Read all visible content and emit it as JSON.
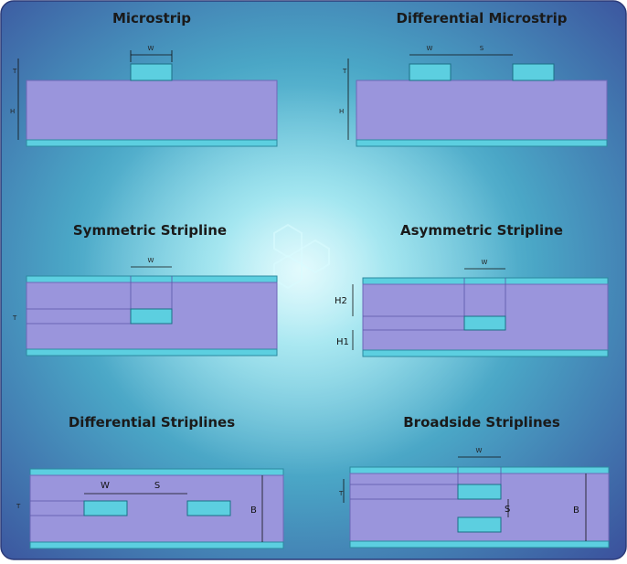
{
  "colors": {
    "background_center": "#bff4fb",
    "background_edge": "#3a4f9c",
    "dielectric": "#9a95dc",
    "copper": "#5ccfe0"
  },
  "panels": {
    "microstrip": {
      "title": "Microstrip",
      "w": "W",
      "t": "T",
      "h": "H"
    },
    "diff_microstrip": {
      "title": "Differential Microstrip",
      "w": "W",
      "s": "S",
      "t": "T",
      "h": "H"
    },
    "sym_stripline": {
      "title": "Symmetric Stripline",
      "w": "W",
      "t": "T"
    },
    "asym_stripline": {
      "title": "Asymmetric Stripline",
      "w": "W",
      "h2": "H2",
      "h1": "H1"
    },
    "diff_striplines": {
      "title": "Differential Striplines",
      "w": "W",
      "s": "S",
      "t": "T",
      "b": "B"
    },
    "broadside_striplines": {
      "title": "Broadside Striplines",
      "w": "W",
      "t": "T",
      "s": "S",
      "b": "B"
    }
  }
}
